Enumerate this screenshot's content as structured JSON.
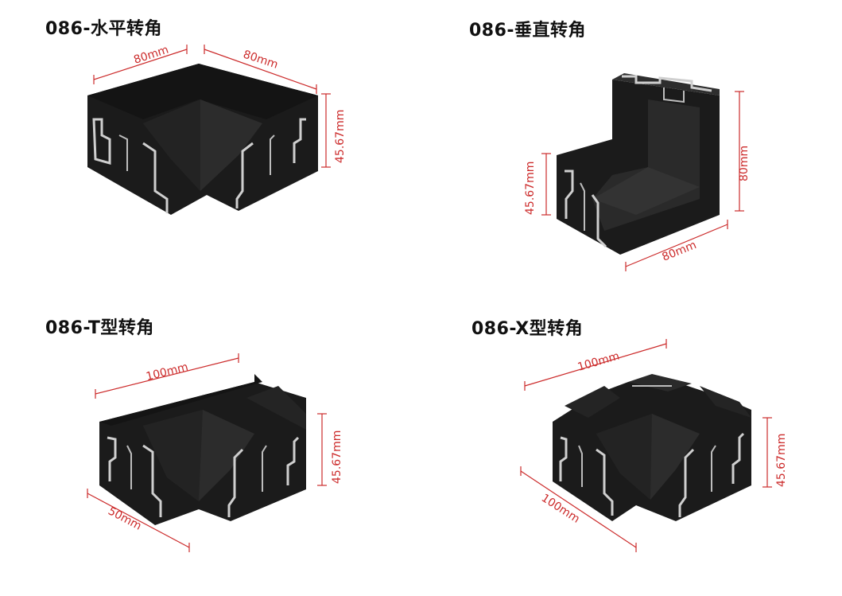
{
  "panels": [
    {
      "title": "086-水平转角",
      "dims": [
        "80mm",
        "80mm",
        "45.67mm"
      ]
    },
    {
      "title": "086-垂直转角",
      "dims": [
        "45.67mm",
        "80mm",
        "80mm"
      ]
    },
    {
      "title": "086-T型转角",
      "dims": [
        "100mm",
        "45.67mm",
        "50mm"
      ]
    },
    {
      "title": "086-X型转角",
      "dims": [
        "100mm",
        "45.67mm",
        "100mm"
      ]
    }
  ],
  "colors": {
    "profile": "#1b1b1b",
    "face": "#2a2a2a",
    "aluminum": "#cfcfcf",
    "dimension": "#cc2b2b"
  }
}
